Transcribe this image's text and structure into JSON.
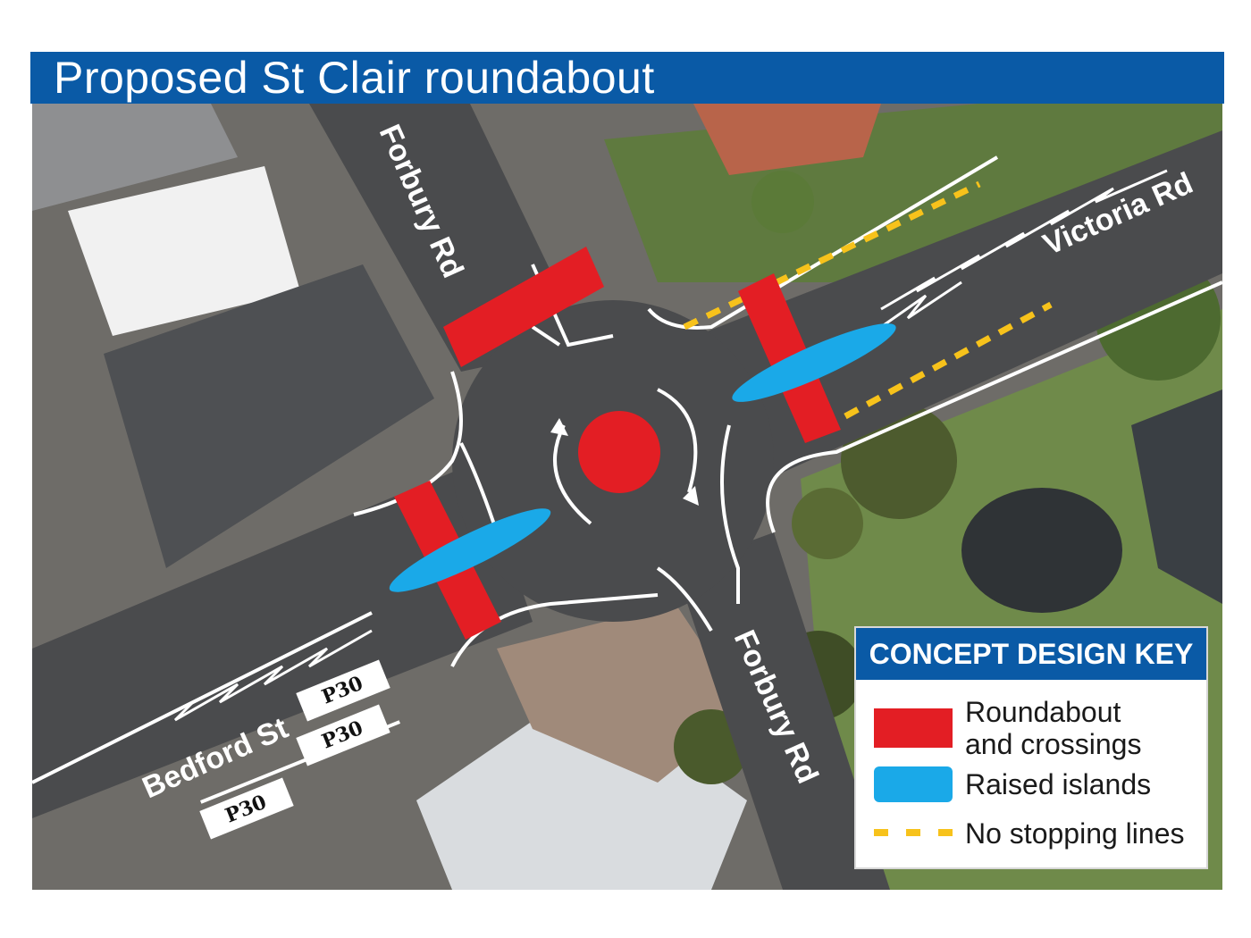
{
  "title": "Proposed St Clair roundabout",
  "roads": {
    "forbury_north": "Forbury Rd",
    "forbury_south": "Forbury Rd",
    "victoria": "Victoria Rd",
    "bedford": "Bedford St"
  },
  "parking_signs": [
    "P30",
    "P30",
    "P30"
  ],
  "key": {
    "heading": "CONCEPT DESIGN KEY",
    "items": [
      {
        "label_line1": "Roundabout",
        "label_line2": "and crossings",
        "swatch": "red"
      },
      {
        "label_line1": "Raised islands",
        "label_line2": "",
        "swatch": "blue"
      },
      {
        "label_line1": "No stopping lines",
        "label_line2": "",
        "swatch": "dash"
      }
    ]
  },
  "colors": {
    "brand_blue": "#0a5aa6",
    "crossing_red": "#e31e24",
    "island_blue": "#1aa9e8",
    "no_stopping_yellow": "#f7c21b"
  }
}
